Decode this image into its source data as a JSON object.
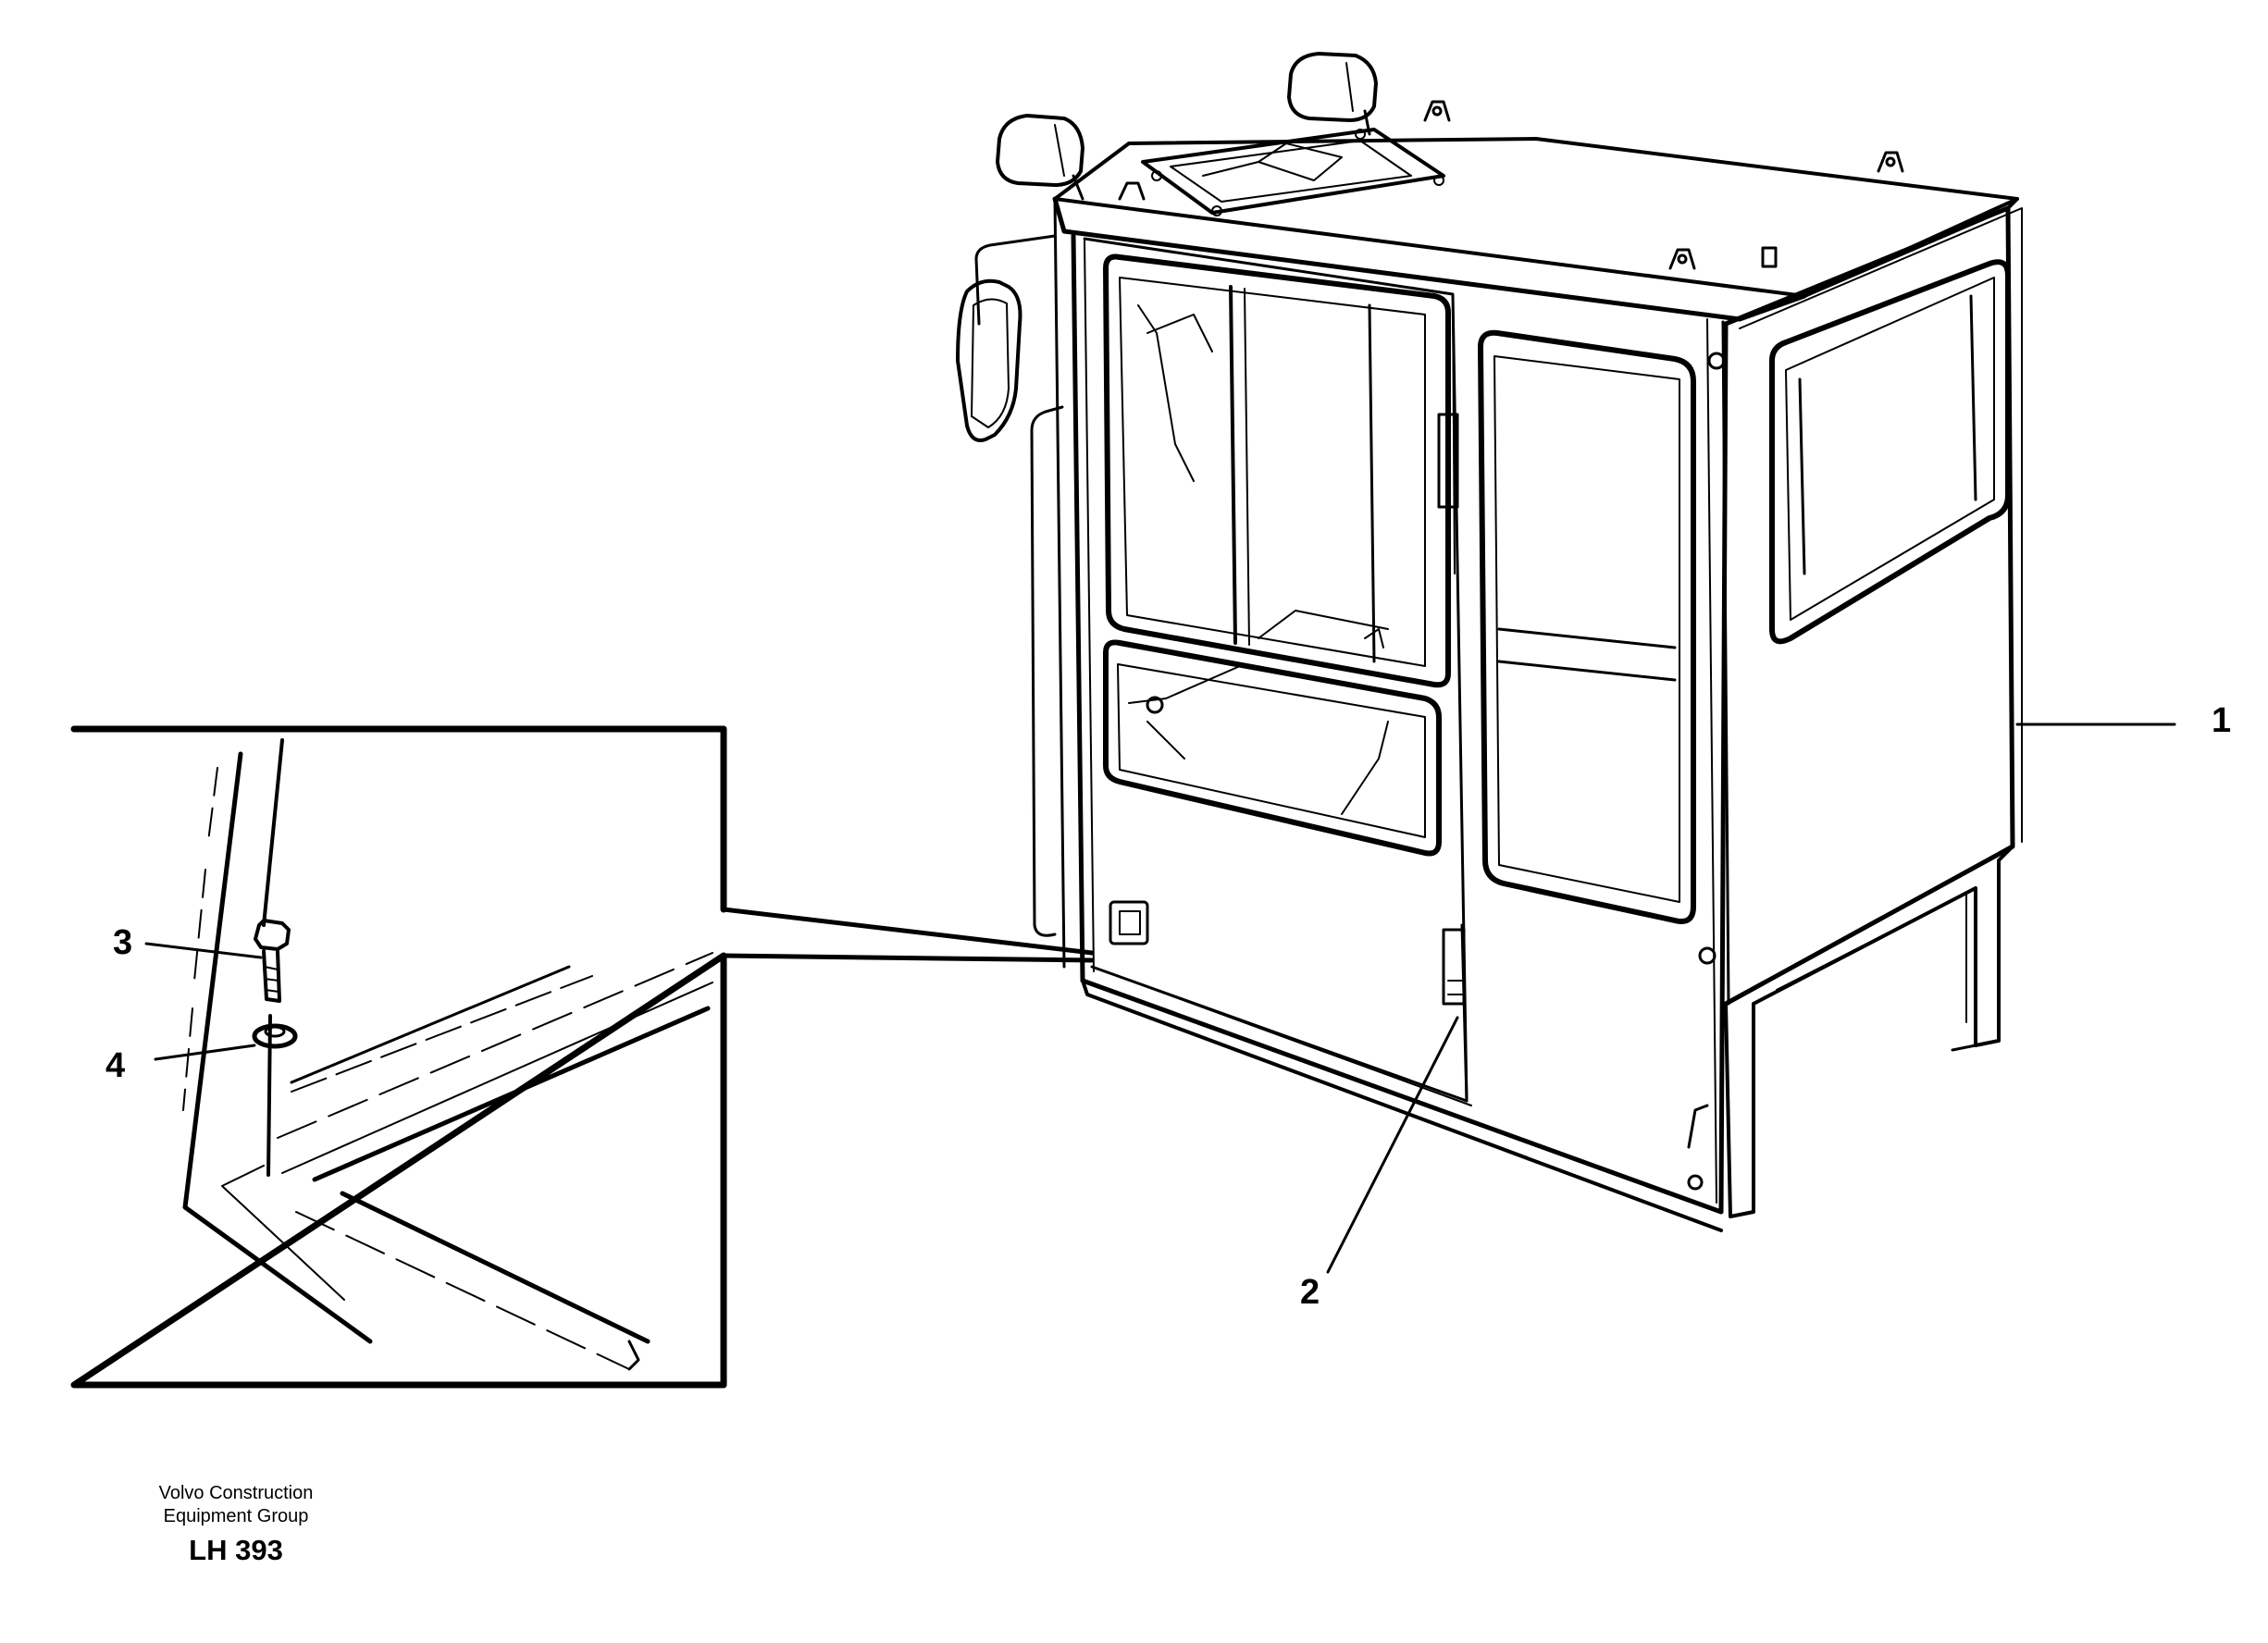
{
  "callouts": [
    {
      "id": "1",
      "label": "1"
    },
    {
      "id": "2",
      "label": "2"
    },
    {
      "id": "3",
      "label": "3"
    },
    {
      "id": "4",
      "label": "4"
    }
  ],
  "footer": {
    "org_line1": "Volvo Construction",
    "org_line2": "Equipment Group",
    "code": "LH 393"
  }
}
